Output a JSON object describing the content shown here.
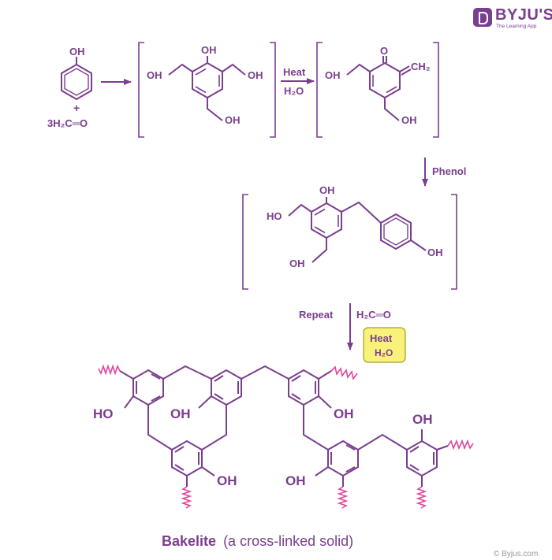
{
  "brand": {
    "name": "BYJU'S",
    "tagline": "The Learning App"
  },
  "copyright": "© Byjus.com",
  "colors": {
    "structure": "#7a3e8e",
    "chain_end": "#e0449b",
    "highlight": "#f8f27a",
    "highlight_border": "#8a8a00"
  },
  "reactants": {
    "phenol_oh": "OH",
    "plus": "+",
    "formaldehyde": "3H₂C═O"
  },
  "intermediate1": {
    "top_oh": "OH",
    "left_ch2oh": "OH",
    "right_ch2oh": "OH",
    "bottom_ch2oh": "OH"
  },
  "step1": {
    "label": "Heat",
    "byproduct": "H₂O"
  },
  "intermediate2": {
    "carbonyl": "O",
    "methylene": "CH₂",
    "left_ch2oh": "OH",
    "bottom_ch2oh": "OH"
  },
  "step2": {
    "label": "Phenol"
  },
  "intermediate3": {
    "top_oh": "OH",
    "left_ch2oh": "HO",
    "bottom_ch2oh": "OH",
    "para_oh": "OH"
  },
  "step3": {
    "label_repeat": "Repeat",
    "reagent": "H₂C═O",
    "condition": "Heat",
    "byproduct": "H₂O"
  },
  "bakelite": {
    "oh_labels": [
      "HO",
      "OH",
      "OH",
      "OH",
      "OH",
      "OH"
    ],
    "title_bold": "Bakelite",
    "title_rest": "(a cross-linked solid)"
  }
}
